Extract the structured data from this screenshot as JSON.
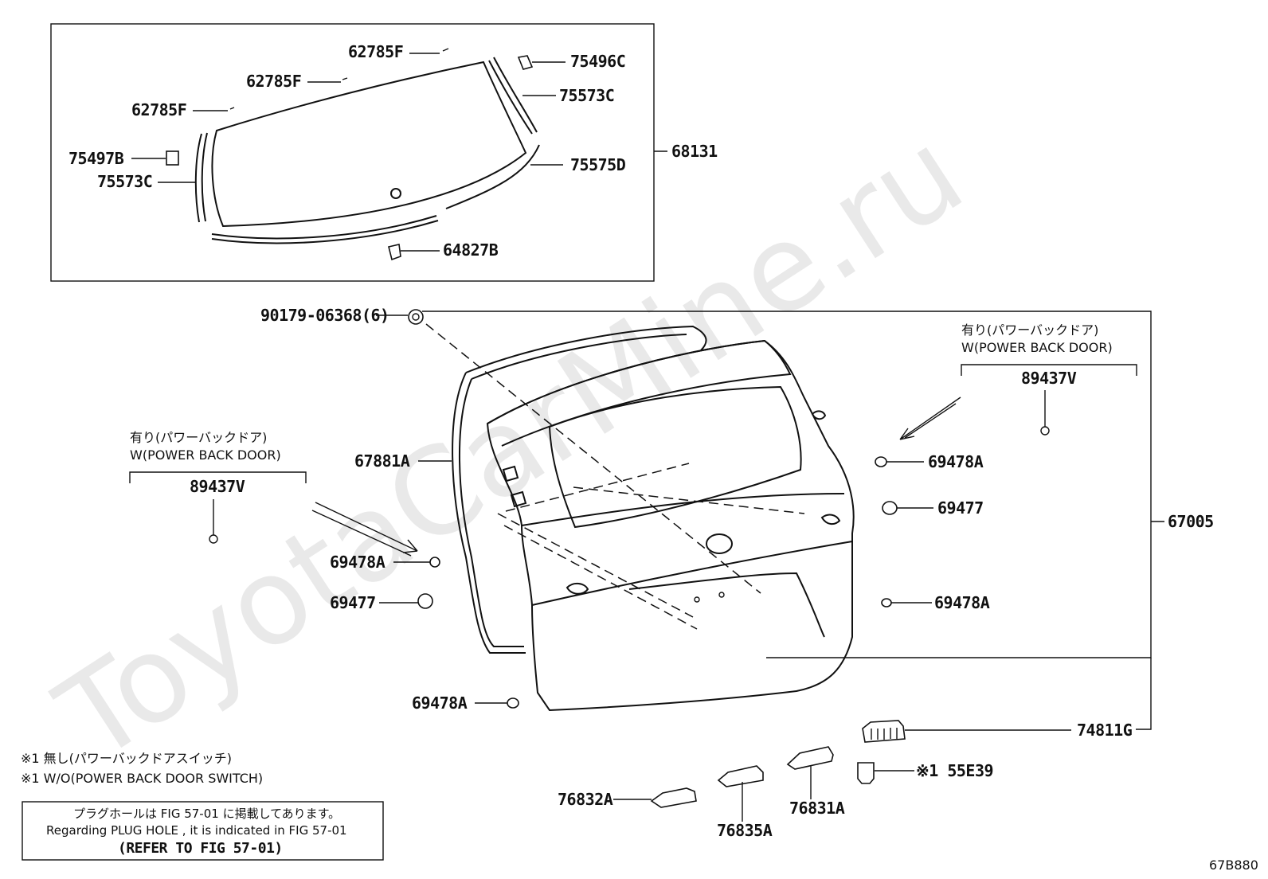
{
  "watermark": "ToyotaCarMine.ru",
  "figure_code": "67B880",
  "glass_group": {
    "labels": {
      "p62785F_top": "62785F",
      "p62785F_mid": "62785F",
      "p62785F_left": "62785F",
      "p75496C": "75496C",
      "p75573C_right": "75573C",
      "p75497B": "75497B",
      "p75573C_left": "75573C",
      "p75575D": "75575D",
      "p68131": "68131",
      "p64827B": "64827B"
    }
  },
  "door_group": {
    "labels": {
      "p90179": "90179-06368(6)",
      "p67881A": "67881A",
      "p69478A_r1": "69478A",
      "p69477_r": "69477",
      "p67005": "67005",
      "p69478A_l": "69478A",
      "p69477_l": "69477",
      "p69478A_r2": "69478A",
      "p69478A_bottom": "69478A",
      "p74811G": "74811G",
      "p55E39": "※1 55E39",
      "p76832A": "76832A",
      "p76835A": "76835A",
      "p76831A": "76831A"
    }
  },
  "power_door_right": {
    "jp": "有り(パワーバックドア)",
    "en": "W(POWER BACK DOOR)",
    "part": "89437V"
  },
  "power_door_left": {
    "jp": "有り(パワーバックドア)",
    "en": "W(POWER BACK DOOR)",
    "part": "89437V"
  },
  "footnote": {
    "jp": "※1 無し(パワーバックドアスイッチ)",
    "en": "※1  W/O(POWER BACK DOOR SWITCH)"
  },
  "reference_box": {
    "line1": "プラグホールは FIG 57-01 に掲載してあります。",
    "line2": "Regarding  PLUG  HOLE , it is indicated in FIG  57-01",
    "line3": "(REFER TO FIG 57-01)"
  }
}
